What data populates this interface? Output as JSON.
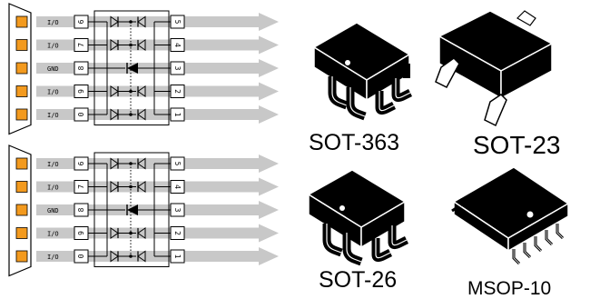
{
  "colors": {
    "pad": "#f39a1e",
    "arrow": "#c8c8c8",
    "line": "#000000",
    "package_body": "#000000",
    "package_edge": "#ffffff"
  },
  "circuits": [
    {
      "signals": [
        "I/O",
        "I/O",
        "GND",
        "I/O",
        "I/O"
      ],
      "left_pins": [
        "6",
        "7",
        "8",
        "9",
        "0"
      ],
      "right_pins": [
        "5",
        "4",
        "3",
        "2",
        "1"
      ]
    },
    {
      "signals": [
        "I/O",
        "I/O",
        "GND",
        "I/O",
        "I/O"
      ],
      "left_pins": [
        "6",
        "7",
        "8",
        "9",
        "0"
      ],
      "right_pins": [
        "5",
        "4",
        "3",
        "2",
        "1"
      ]
    }
  ],
  "packages": [
    {
      "label": "SOT-363",
      "icon": "sot363-package-icon"
    },
    {
      "label": "SOT-23",
      "icon": "sot23-package-icon"
    },
    {
      "label": "SOT-26",
      "icon": "sot26-package-icon"
    },
    {
      "label": "MSOP-10",
      "icon": "msop10-package-icon"
    }
  ]
}
